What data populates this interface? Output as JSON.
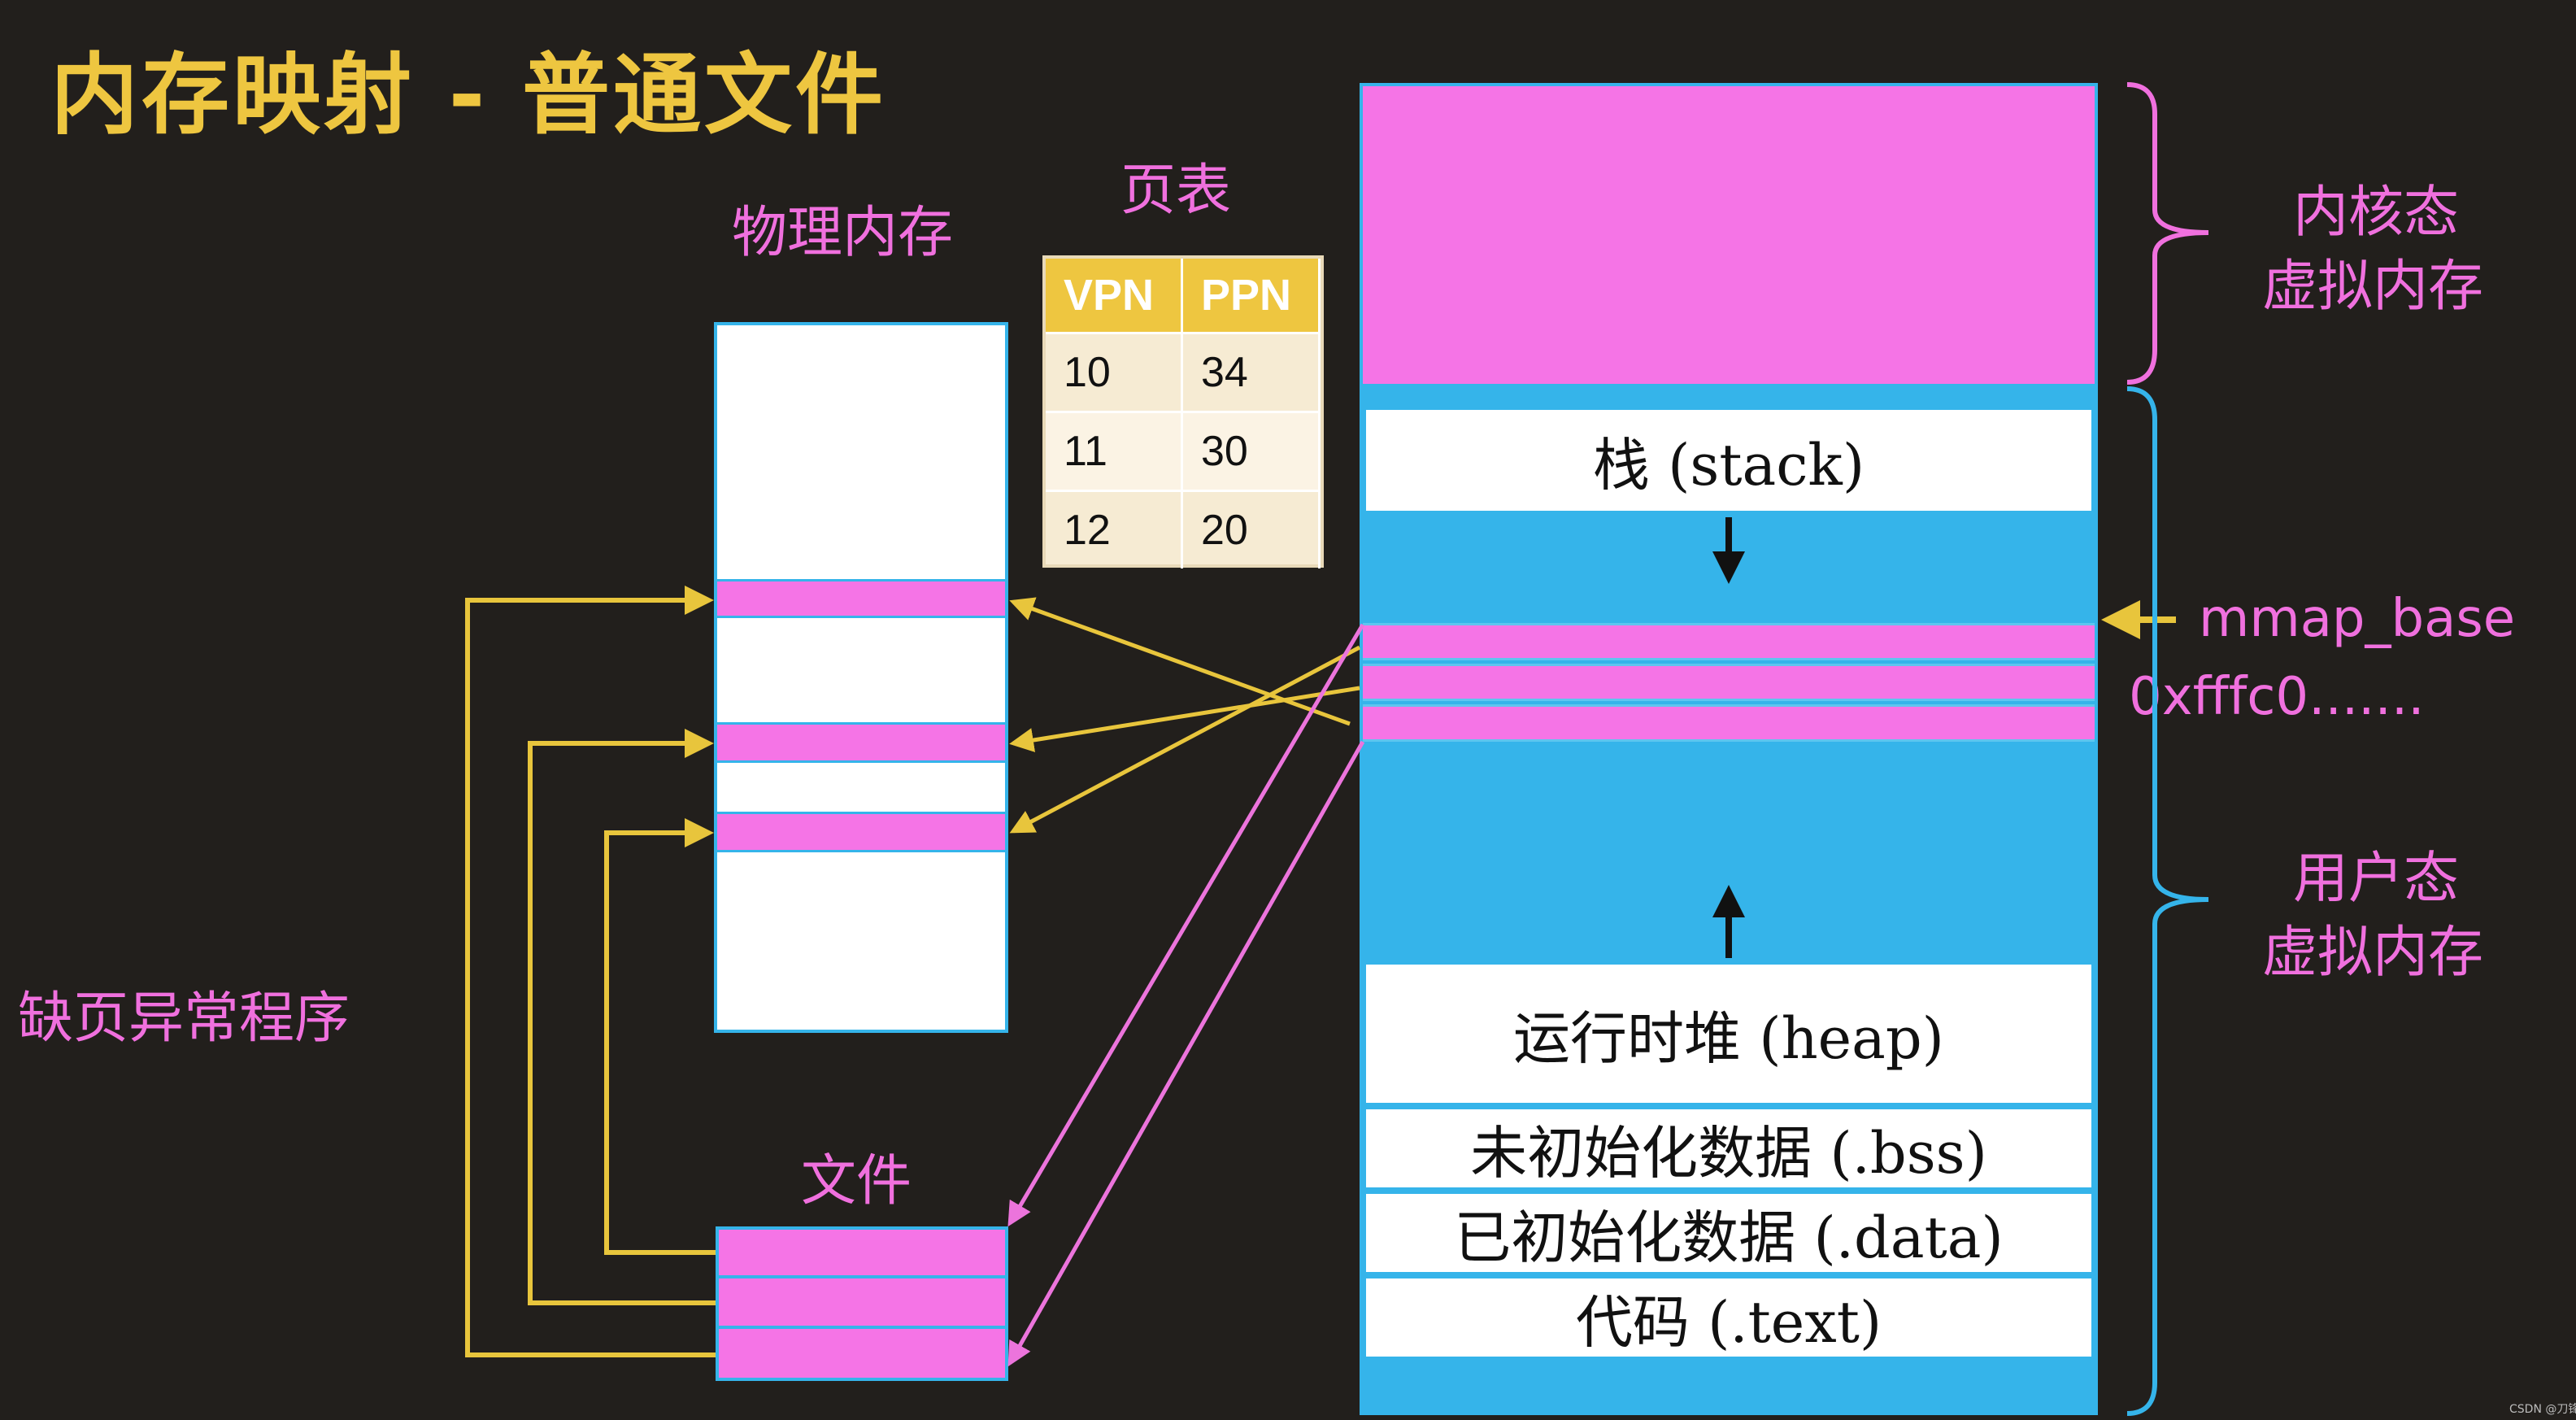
{
  "title": "内存映射 - 普通文件",
  "physical_memory_label": "物理内存",
  "page_table": {
    "label": "页表",
    "headers": [
      "VPN",
      "PPN"
    ],
    "rows": [
      [
        "10",
        "34"
      ],
      [
        "11",
        "30"
      ],
      [
        "12",
        "20"
      ]
    ]
  },
  "file_label": "文件",
  "page_fault_label": "缺页异常程序",
  "kernel_label": [
    "内核态",
    "虚拟内存"
  ],
  "user_label": [
    "用户态",
    "虚拟内存"
  ],
  "mmap_base_label": "mmap_base",
  "address_label": "0xfffc0.......",
  "segments": {
    "stack": "栈 (stack)",
    "heap": "运行时堆 (heap)",
    "bss": "未初始化数据 (.bss)",
    "data": "已初始化数据 (.data)",
    "text": "代码 (.text)"
  },
  "watermark": "CSDN @刀锋",
  "colors": {
    "background": "#221f1c",
    "title": "#eec640",
    "pink": "#f070de",
    "cyan": "#35b4ea",
    "yellow_arrow": "#e8c53c"
  }
}
